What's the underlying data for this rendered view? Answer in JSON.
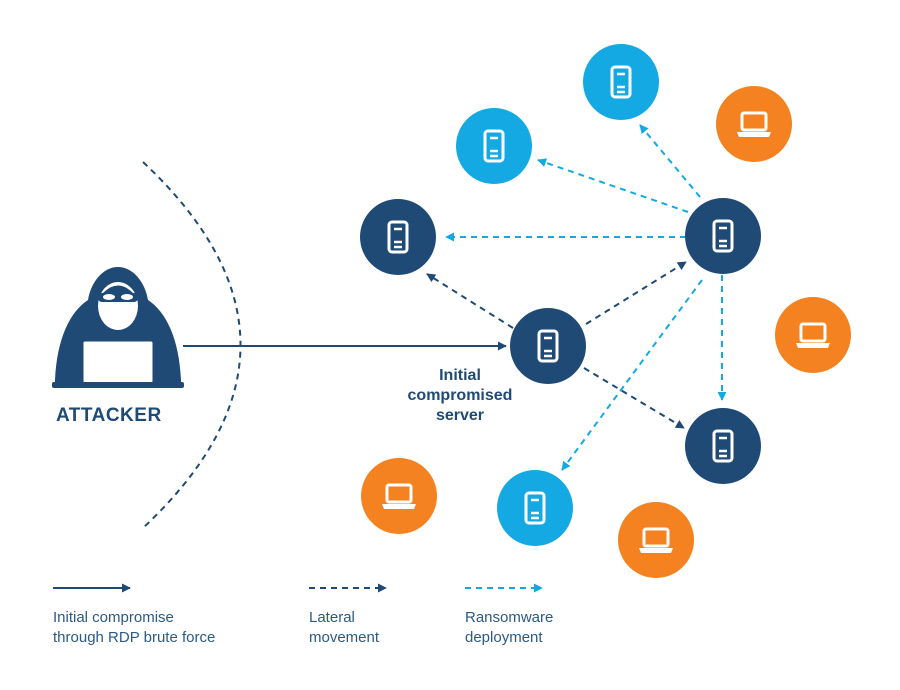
{
  "attacker": {
    "label": "ATTACKER"
  },
  "initial_server": {
    "label_lines": [
      "Initial",
      "compromised",
      "server"
    ]
  },
  "legend": [
    {
      "kind": "solid",
      "lines": [
        "Initial compromise",
        "through RDP brute force"
      ]
    },
    {
      "kind": "dashed-dark",
      "lines": [
        "Lateral",
        "movement"
      ]
    },
    {
      "kind": "dashed-light",
      "lines": [
        "Ransomware",
        "deployment"
      ]
    }
  ],
  "colors": {
    "dark_navy": "#1f4a75",
    "light_blue": "#14a9e3",
    "orange": "#f58220",
    "white": "#ffffff"
  }
}
